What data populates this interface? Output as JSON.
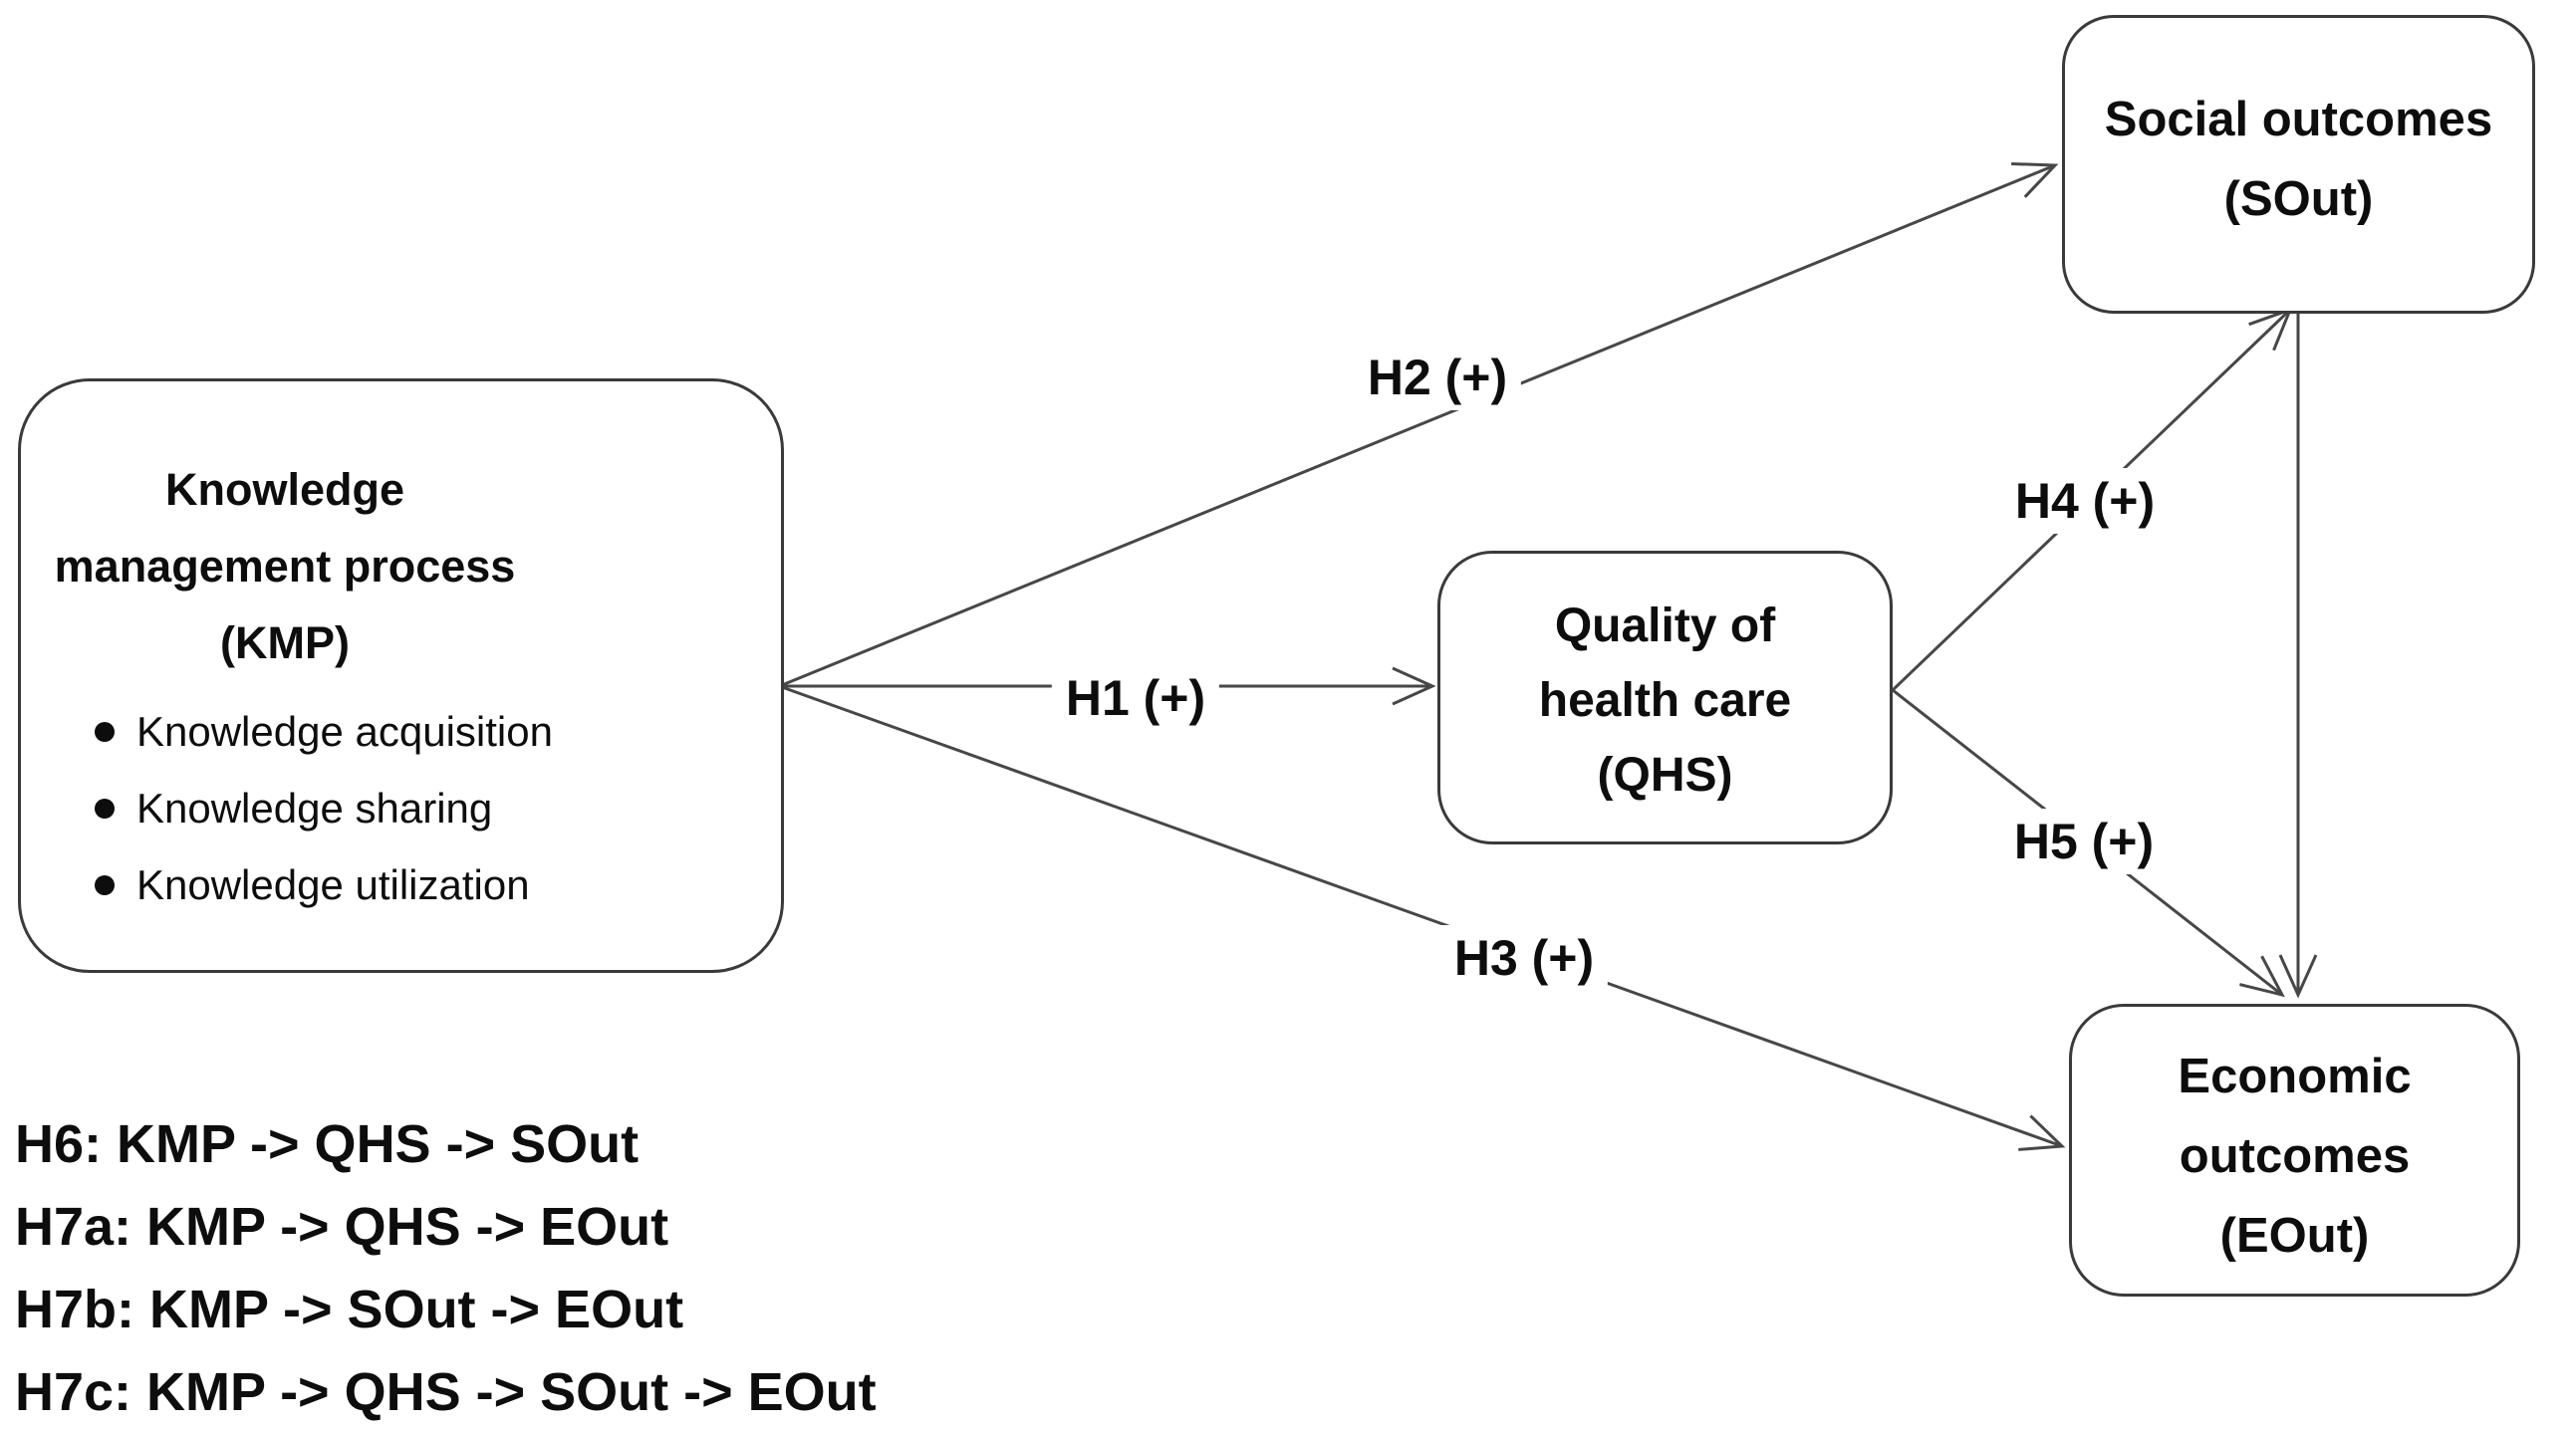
{
  "diagram": {
    "nodes": {
      "kmp": {
        "title": [
          "Knowledge",
          "management process",
          "(KMP)"
        ],
        "bullets": [
          "Knowledge acquisition",
          "Knowledge sharing",
          "Knowledge utilization"
        ]
      },
      "qhs": {
        "title": [
          "Quality of",
          "health care",
          "(QHS)"
        ]
      },
      "sout": {
        "title": [
          "Social outcomes",
          "(SOut)"
        ]
      },
      "eout": {
        "title": [
          "Economic",
          "outcomes",
          "(EOut)"
        ]
      }
    },
    "edges": [
      {
        "id": "H1",
        "label": "H1 (+)",
        "from": "KMP",
        "to": "QHS"
      },
      {
        "id": "H2",
        "label": "H2 (+)",
        "from": "KMP",
        "to": "SOut"
      },
      {
        "id": "H3",
        "label": "H3 (+)",
        "from": "KMP",
        "to": "EOut"
      },
      {
        "id": "H4",
        "label": "H4 (+)",
        "from": "QHS",
        "to": "SOut"
      },
      {
        "id": "H5",
        "label": "H5 (+)",
        "from": "QHS",
        "to": "EOut"
      },
      {
        "id": "SOut-EOut",
        "label": "",
        "from": "SOut",
        "to": "EOut"
      }
    ],
    "hypotheses": [
      "H6: KMP -> QHS -> SOut",
      "H7a: KMP -> QHS -> EOut",
      "H7b: KMP -> SOut -> EOut",
      "H7c: KMP -> QHS -> SOut -> EOut"
    ],
    "colors": {
      "background": "#ffffff",
      "line": "#474747",
      "border": "#3a3a3a",
      "text": "#0d0d0d"
    }
  }
}
